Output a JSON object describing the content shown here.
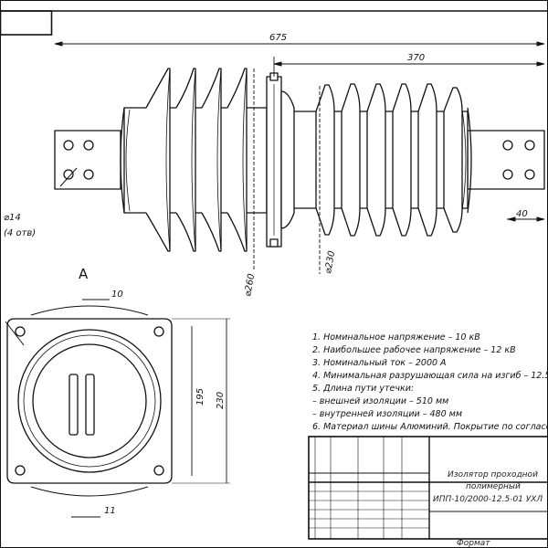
{
  "drawing": {
    "dims": {
      "overall_length": "675",
      "right_part": "370",
      "terminal_width": "40",
      "diameter_left": "⌀260",
      "diameter_right": "⌀230",
      "flange_thickness": "10",
      "bolt_spacing": "195",
      "flange_size": "230",
      "offset_bottom": "11",
      "hole_dia": "⌀14",
      "hole_count": "(4 отв)"
    },
    "view_label": "А",
    "notes": [
      "1. Номинальное напряжение – 10 кВ",
      "2. Наибольшее рабочее напряжение – 12 кВ",
      "3. Номинальный ток – 2000 А",
      "4. Минимальная разрушающая сила на изгиб – 12.5",
      "5. Длина пути утечки:",
      "– внешней изоляции – 510 мм",
      "– внутренней изоляции – 480 мм",
      "6. Материал шины Алюминий. Покрытие по согласов"
    ],
    "title_block": {
      "title_line1": "Изолятор проходной",
      "title_line2": "полимерный",
      "designation": "ИПП-10/2000-12.5-01 УХЛ",
      "format": "Формат"
    }
  }
}
